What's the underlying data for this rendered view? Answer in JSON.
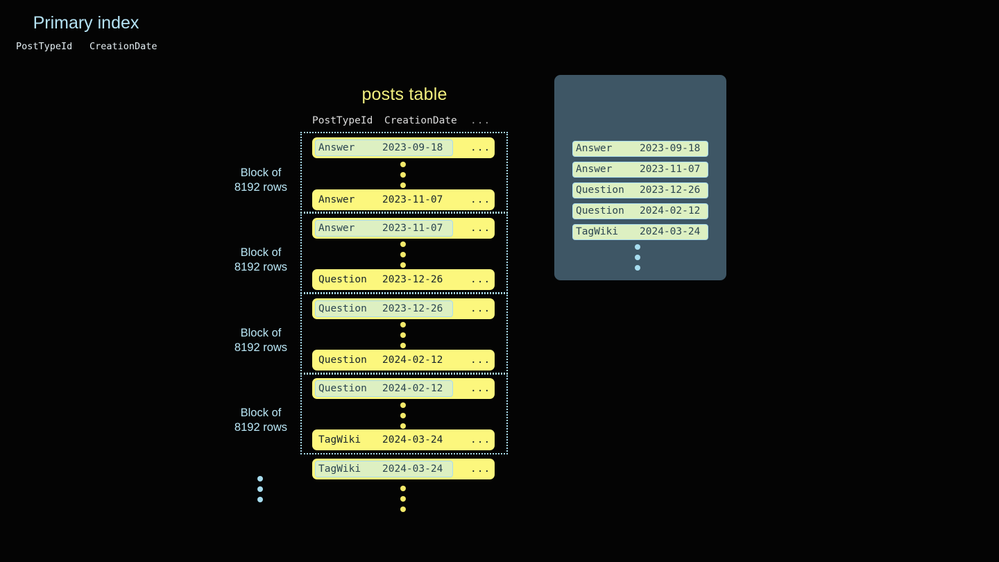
{
  "posts_table": {
    "title": "posts table",
    "columns": [
      "PostTypeId",
      "CreationDate",
      "..."
    ],
    "blocks": [
      {
        "label_line1": "Block of",
        "label_line2": "8192 rows",
        "first_row": {
          "post_type_id": "Answer",
          "creation_date": "2023-09-18",
          "ellipsis": "...",
          "highlighted": true
        },
        "last_row": {
          "post_type_id": "Answer",
          "creation_date": "2023-11-07",
          "ellipsis": "...",
          "highlighted": false
        }
      },
      {
        "label_line1": "Block of",
        "label_line2": "8192 rows",
        "first_row": {
          "post_type_id": "Answer",
          "creation_date": "2023-11-07",
          "ellipsis": "...",
          "highlighted": true
        },
        "last_row": {
          "post_type_id": "Question",
          "creation_date": "2023-12-26",
          "ellipsis": "...",
          "highlighted": false
        }
      },
      {
        "label_line1": "Block of",
        "label_line2": "8192 rows",
        "first_row": {
          "post_type_id": "Question",
          "creation_date": "2023-12-26",
          "ellipsis": "...",
          "highlighted": true
        },
        "last_row": {
          "post_type_id": "Question",
          "creation_date": "2024-02-12",
          "ellipsis": "...",
          "highlighted": false
        }
      },
      {
        "label_line1": "Block of",
        "label_line2": "8192 rows",
        "first_row": {
          "post_type_id": "Question",
          "creation_date": "2024-02-12",
          "ellipsis": "...",
          "highlighted": true
        },
        "last_row": {
          "post_type_id": "TagWiki",
          "creation_date": "2024-03-24",
          "ellipsis": "...",
          "highlighted": false
        }
      }
    ],
    "trailing_row": {
      "post_type_id": "TagWiki",
      "creation_date": "2024-03-24",
      "ellipsis": "...",
      "highlighted": true
    }
  },
  "primary_index": {
    "title": "Primary index",
    "columns": [
      "PostTypeId",
      "CreationDate"
    ],
    "rows": [
      {
        "post_type_id": "Answer",
        "creation_date": "2023-09-18"
      },
      {
        "post_type_id": "Answer",
        "creation_date": "2023-11-07"
      },
      {
        "post_type_id": "Question",
        "creation_date": "2023-12-26"
      },
      {
        "post_type_id": "Question",
        "creation_date": "2024-02-12"
      },
      {
        "post_type_id": "TagWiki",
        "creation_date": "2024-03-24"
      }
    ]
  },
  "colors": {
    "background": "#040404",
    "row_yellow": "#fcf77d",
    "highlight_green": "#ddf0c2",
    "accent_blue": "#a9dcee",
    "panel_slate": "#3e5665",
    "title_yellow": "#f2ef7e",
    "dot_yellow": "#f3e96a"
  }
}
